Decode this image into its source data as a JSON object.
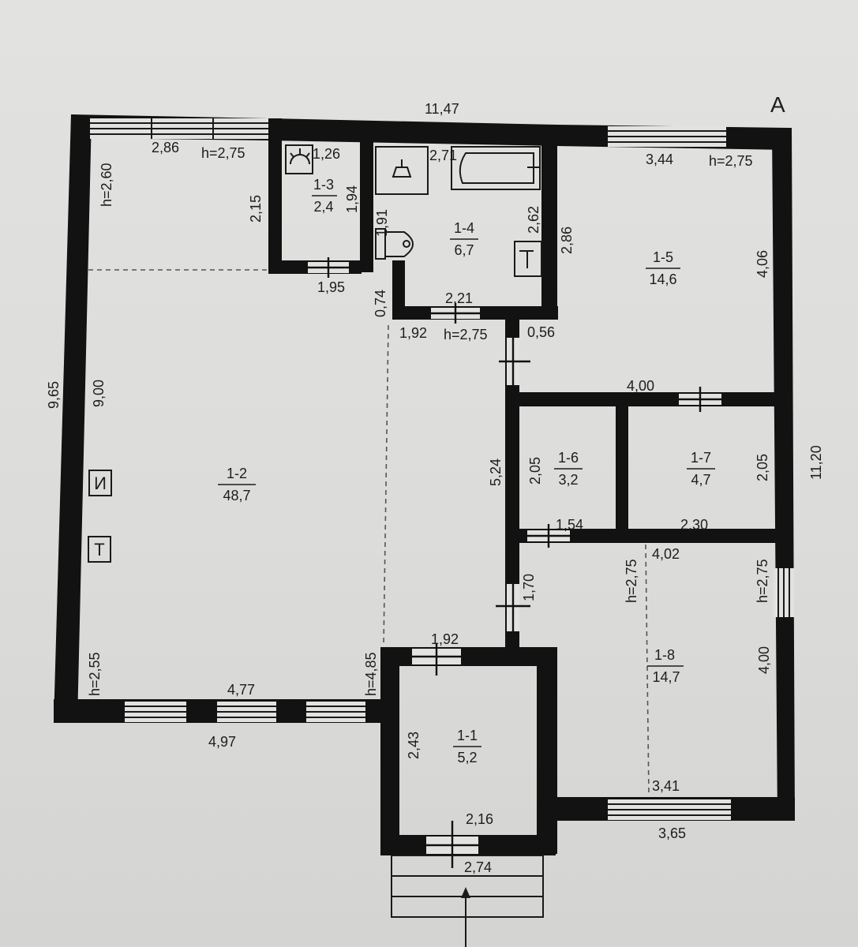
{
  "plan": {
    "corner_label": "A",
    "rooms": [
      {
        "id": "1-1",
        "area": "5,2"
      },
      {
        "id": "1-2",
        "area": "48,7"
      },
      {
        "id": "1-3",
        "area": "2,4"
      },
      {
        "id": "1-4",
        "area": "6,7"
      },
      {
        "id": "1-5",
        "area": "14,6"
      },
      {
        "id": "1-6",
        "area": "3,2"
      },
      {
        "id": "1-7",
        "area": "4,7"
      },
      {
        "id": "1-8",
        "area": "14,7"
      }
    ],
    "dimensions": [
      "11,47",
      "2,86",
      "h=2,75",
      "1,26",
      "2,71",
      "3,44",
      "h=2,75",
      "h=2,60",
      "2,15",
      "1,94",
      "1,91",
      "2,62",
      "2,86",
      "4,06",
      "1,95",
      "0,74",
      "2,21",
      "1,92",
      "h=2,75",
      "0,56",
      "9,65",
      "9,00",
      "4,00",
      "2,05",
      "2,05",
      "5,24",
      "11,20",
      "1,54",
      "2,30",
      "h=2,75",
      "4,02",
      "h=2,75",
      "1,70",
      "h=2,55",
      "h=4,85",
      "1,92",
      "4,00",
      "4,77",
      "4,97",
      "2,43",
      "3,41",
      "2,16",
      "3,65",
      "2,74"
    ],
    "symbols": {
      "panel": "И",
      "tee": "Т"
    }
  }
}
